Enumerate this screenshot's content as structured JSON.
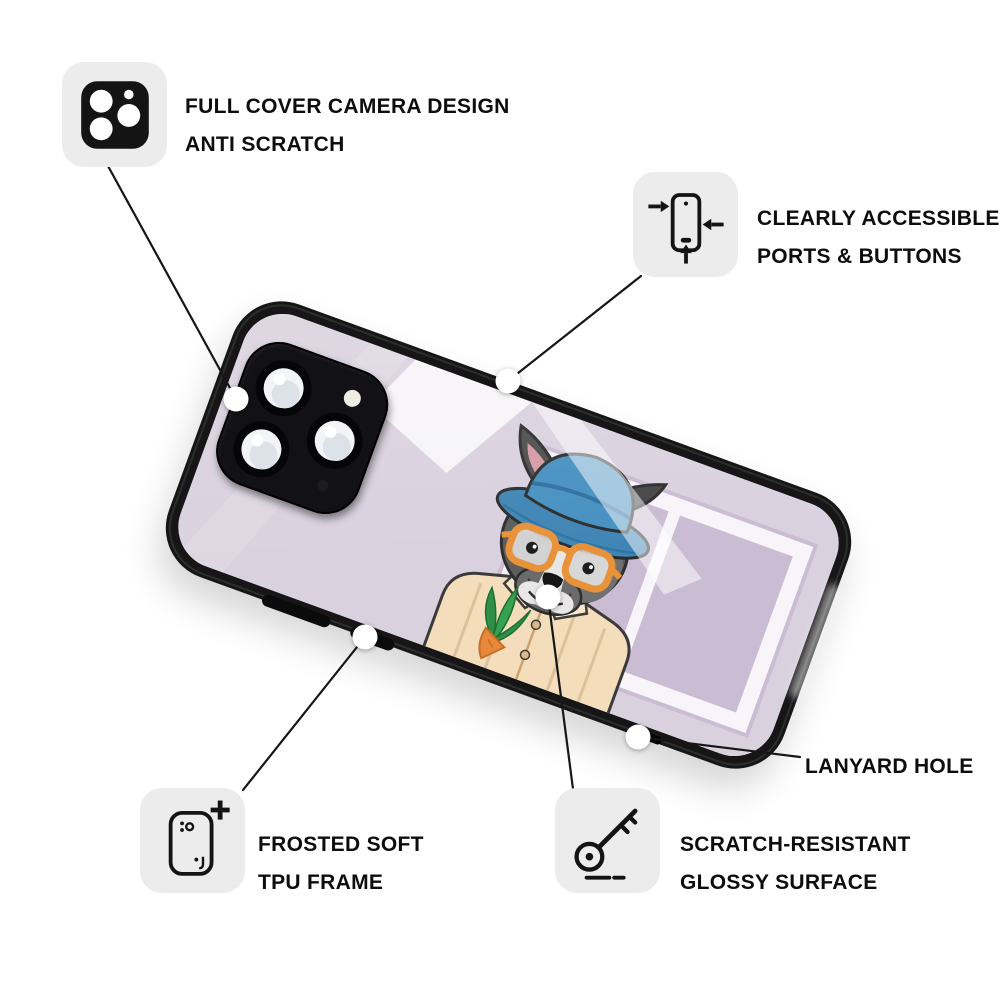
{
  "page": {
    "background": "#ffffff",
    "subject": "glossy-phone-case-feature-sheet"
  },
  "colors": {
    "text": "#0d0d0d",
    "icon_box_bg": "#ececec",
    "case_frame": "#161616",
    "case_back_lavender": "#d8cfde",
    "hat_blue": "#3f85b5",
    "glasses_orange": "#e8923a",
    "shirt_beige": "#f4ddbb"
  },
  "icons": {
    "camera": "camera-cutout-icon",
    "ports": "phone-ports-icon",
    "tpu": "tpu-frame-icon",
    "glossy": "key-icon"
  },
  "artwork_subject": "french-bulldog-in-blue-bucket-hat-and-orange-glasses",
  "callouts": {
    "camera": {
      "lines": [
        "FULL COVER CAMERA DESIGN",
        "ANTI SCRATCH"
      ]
    },
    "ports": {
      "lines": [
        "CLEARLY ACCESSIBLE",
        "PORTS & BUTTONS"
      ]
    },
    "lanyard": {
      "label": "LANYARD HOLE"
    },
    "tpu": {
      "lines": [
        "FROSTED SOFT",
        "TPU FRAME"
      ]
    },
    "glossy": {
      "lines": [
        "SCRATCH-RESISTANT",
        "GLOSSY SURFACE"
      ]
    }
  }
}
